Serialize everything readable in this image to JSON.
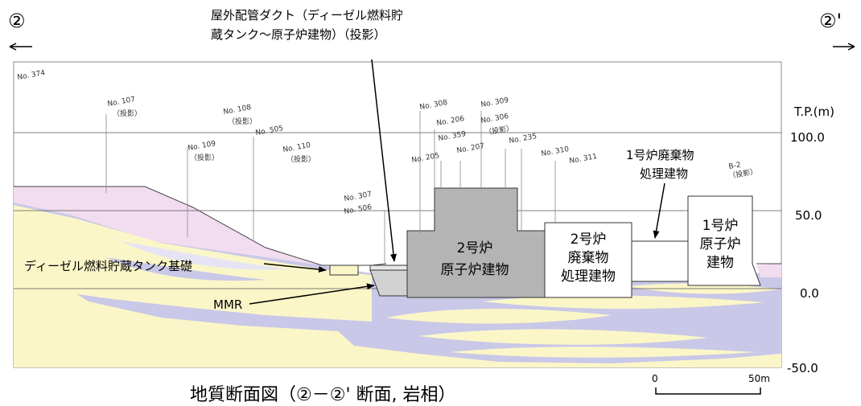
{
  "section": {
    "left_marker": "②",
    "right_marker": "②'",
    "title": "地質断面図（②－②' 断面, 岩相）"
  },
  "elevation_axis": {
    "unit_label": "T.P.(m)",
    "ticks": [
      "100.0",
      "50.0",
      "0.0",
      "-50.0"
    ]
  },
  "scale_bar": {
    "start": "0",
    "end": "50m"
  },
  "boreholes": [
    {
      "label": "No. 374"
    },
    {
      "label": "No. 107",
      "note": "（投影）"
    },
    {
      "label": "No. 108",
      "note": "（投影）"
    },
    {
      "label": "No. 109",
      "note": "（投影）"
    },
    {
      "label": "No. 505"
    },
    {
      "label": "No. 110",
      "note": "（投影）"
    },
    {
      "label": "No. 307"
    },
    {
      "label": "No. 506"
    },
    {
      "label": "No. 308"
    },
    {
      "label": "No. 309"
    },
    {
      "label": "No. 206"
    },
    {
      "label": "No. 306",
      "note": "（投影）"
    },
    {
      "label": "No. 359"
    },
    {
      "label": "No. 205"
    },
    {
      "label": "No. 207"
    },
    {
      "label": "No. 235"
    },
    {
      "label": "No. 310"
    },
    {
      "label": "No. 311"
    },
    {
      "label": "B-2",
      "note": "（投影）"
    }
  ],
  "annotations": {
    "duct_line1": "屋外配管ダクト（ディーゼル燃料貯",
    "duct_line2": "蔵タンク～原子炉建物）（投影）",
    "tank_foundation": "ディーゼル燃料貯蔵タンク基礎",
    "mmr": "MMR",
    "unit1_waste_line1": "1号炉廃棄物",
    "unit1_waste_line2": "処理建物"
  },
  "buildings": {
    "unit2_reactor": [
      "2号炉",
      "原子炉建物"
    ],
    "unit2_waste": [
      "2号炉",
      "廃棄物",
      "処理建物"
    ],
    "unit1_reactor": [
      "1号炉",
      "原子炉",
      "建物"
    ]
  },
  "colors": {
    "rock_cream": "#fbf6c8",
    "rock_lavender": "#c9c8e8",
    "rock_pink": "#f2dcef",
    "building_gray": "#b4b4b4",
    "mmr_gray": "#d2d2d2"
  }
}
